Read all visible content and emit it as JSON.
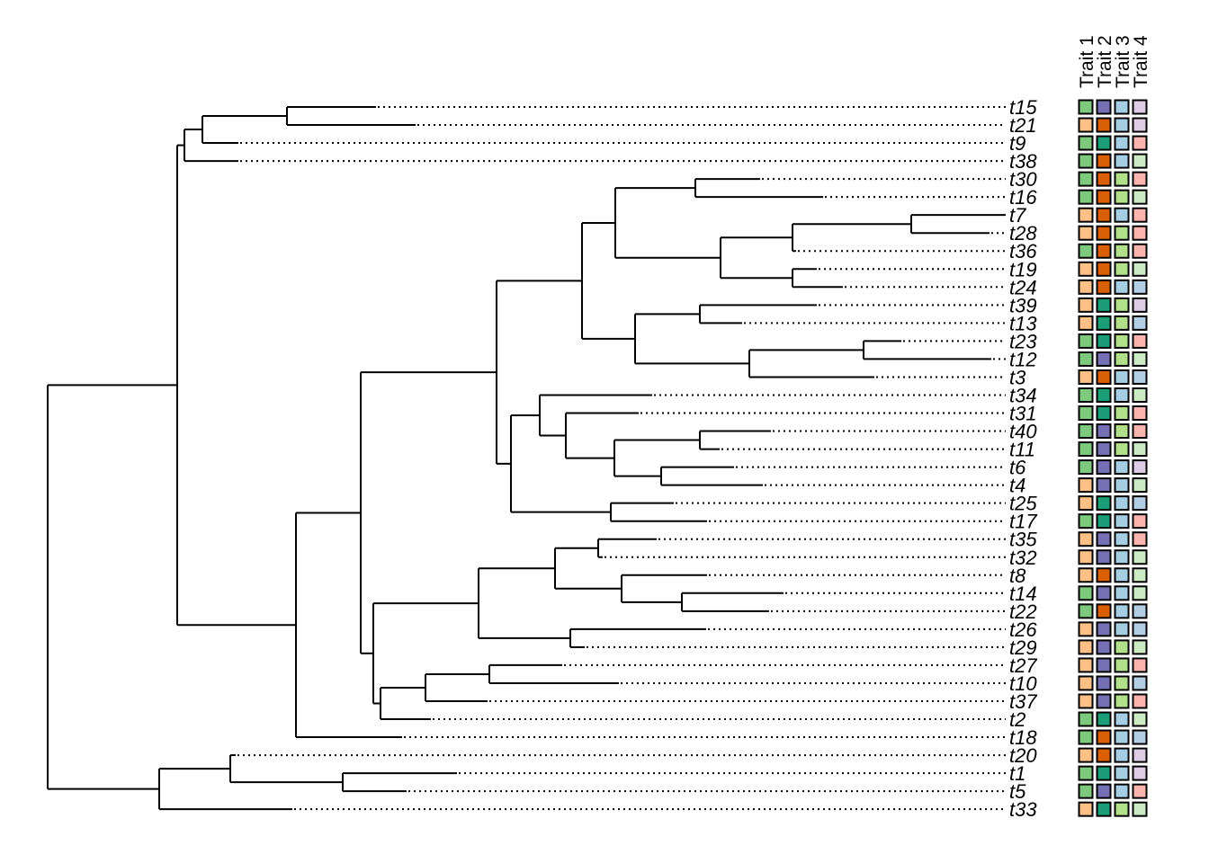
{
  "trait_headers": [
    "Trait 1",
    "Trait 2",
    "Trait 3",
    "Trait 4"
  ],
  "trait_palette": {
    "G": "#7fc97f",
    "O": "#fdc086",
    "P": "#7570b3",
    "D": "#d95f02",
    "T": "#1b9e77",
    "B": "#a6cee3",
    "L": "#b2df8a",
    "V": "#decbe4",
    "R": "#fbb4ae",
    "M": "#ccebc5",
    "S": "#b3cde3"
  },
  "tips": [
    {
      "label": "t15",
      "traits": [
        "G",
        "P",
        "B",
        "V"
      ]
    },
    {
      "label": "t21",
      "traits": [
        "O",
        "D",
        "B",
        "V"
      ]
    },
    {
      "label": "t9",
      "traits": [
        "G",
        "T",
        "B",
        "R"
      ]
    },
    {
      "label": "t38",
      "traits": [
        "G",
        "D",
        "B",
        "M"
      ]
    },
    {
      "label": "t30",
      "traits": [
        "G",
        "D",
        "L",
        "R"
      ]
    },
    {
      "label": "t16",
      "traits": [
        "G",
        "D",
        "L",
        "M"
      ]
    },
    {
      "label": "t7",
      "traits": [
        "O",
        "D",
        "B",
        "R"
      ]
    },
    {
      "label": "t28",
      "traits": [
        "O",
        "D",
        "L",
        "R"
      ]
    },
    {
      "label": "t36",
      "traits": [
        "G",
        "D",
        "L",
        "R"
      ]
    },
    {
      "label": "t19",
      "traits": [
        "O",
        "D",
        "L",
        "M"
      ]
    },
    {
      "label": "t24",
      "traits": [
        "O",
        "D",
        "B",
        "S"
      ]
    },
    {
      "label": "t39",
      "traits": [
        "O",
        "T",
        "L",
        "V"
      ]
    },
    {
      "label": "t13",
      "traits": [
        "O",
        "T",
        "L",
        "S"
      ]
    },
    {
      "label": "t23",
      "traits": [
        "G",
        "T",
        "L",
        "R"
      ]
    },
    {
      "label": "t12",
      "traits": [
        "G",
        "P",
        "L",
        "M"
      ]
    },
    {
      "label": "t3",
      "traits": [
        "O",
        "D",
        "B",
        "S"
      ]
    },
    {
      "label": "t34",
      "traits": [
        "G",
        "T",
        "B",
        "M"
      ]
    },
    {
      "label": "t31",
      "traits": [
        "G",
        "T",
        "L",
        "R"
      ]
    },
    {
      "label": "t40",
      "traits": [
        "G",
        "P",
        "L",
        "R"
      ]
    },
    {
      "label": "t11",
      "traits": [
        "G",
        "P",
        "L",
        "M"
      ]
    },
    {
      "label": "t6",
      "traits": [
        "G",
        "P",
        "B",
        "V"
      ]
    },
    {
      "label": "t4",
      "traits": [
        "O",
        "P",
        "B",
        "M"
      ]
    },
    {
      "label": "t25",
      "traits": [
        "O",
        "T",
        "B",
        "S"
      ]
    },
    {
      "label": "t17",
      "traits": [
        "G",
        "T",
        "B",
        "R"
      ]
    },
    {
      "label": "t35",
      "traits": [
        "O",
        "P",
        "B",
        "R"
      ]
    },
    {
      "label": "t32",
      "traits": [
        "O",
        "P",
        "B",
        "M"
      ]
    },
    {
      "label": "t8",
      "traits": [
        "O",
        "D",
        "B",
        "M"
      ]
    },
    {
      "label": "t14",
      "traits": [
        "G",
        "P",
        "B",
        "M"
      ]
    },
    {
      "label": "t22",
      "traits": [
        "G",
        "D",
        "B",
        "S"
      ]
    },
    {
      "label": "t26",
      "traits": [
        "O",
        "P",
        "B",
        "S"
      ]
    },
    {
      "label": "t29",
      "traits": [
        "O",
        "P",
        "L",
        "M"
      ]
    },
    {
      "label": "t27",
      "traits": [
        "O",
        "P",
        "L",
        "R"
      ]
    },
    {
      "label": "t10",
      "traits": [
        "O",
        "P",
        "L",
        "S"
      ]
    },
    {
      "label": "t37",
      "traits": [
        "O",
        "P",
        "L",
        "R"
      ]
    },
    {
      "label": "t2",
      "traits": [
        "G",
        "T",
        "B",
        "M"
      ]
    },
    {
      "label": "t18",
      "traits": [
        "G",
        "D",
        "B",
        "S"
      ]
    },
    {
      "label": "t20",
      "traits": [
        "O",
        "D",
        "B",
        "V"
      ]
    },
    {
      "label": "t1",
      "traits": [
        "G",
        "T",
        "B",
        "V"
      ]
    },
    {
      "label": "t5",
      "traits": [
        "G",
        "P",
        "B",
        "R"
      ]
    },
    {
      "label": "t33",
      "traits": [
        "O",
        "T",
        "L",
        "M"
      ]
    }
  ],
  "tree": {
    "bl": 0,
    "c": [
      {
        "bl": 1.44,
        "c": [
          {
            "bl": 0.08,
            "c": [
              {
                "bl": 0.2,
                "c": [
                  {
                    "bl": 0.94,
                    "c": [
                      {
                        "bl": 0.99,
                        "tip": "t15"
                      },
                      {
                        "bl": 1.43,
                        "tip": "t21"
                      }
                    ]
                  },
                  {
                    "bl": 0.4,
                    "tip": "t9"
                  }
                ]
              },
              {
                "bl": 0.6,
                "tip": "t38"
              }
            ]
          },
          {
            "bl": 1.32,
            "c": [
              {
                "bl": 0.72,
                "c": [
                  {
                    "bl": 1.51,
                    "c": [
                      {
                        "bl": 0.95,
                        "c": [
                          {
                            "bl": 0.37,
                            "c": [
                              {
                                "bl": 0.89,
                                "c": [
                                  {
                                    "bl": 0.72,
                                    "tip": "t30"
                                  },
                                  {
                                    "bl": 1.42,
                                    "tip": "t16"
                                  }
                                ]
                              },
                              {
                                "bl": 1.17,
                                "c": [
                                  {
                                    "bl": 0.8,
                                    "c": [
                                      {
                                        "bl": 1.32,
                                        "c": [
                                          {
                                            "bl": 1.05,
                                            "tip": "t7"
                                          },
                                          {
                                            "bl": 0.87,
                                            "tip": "t28"
                                          }
                                        ]
                                      },
                                      {
                                        "bl": 0.04,
                                        "tip": "t36"
                                      }
                                    ]
                                  },
                                  {
                                    "bl": 0.8,
                                    "c": [
                                      {
                                        "bl": 0.27,
                                        "tip": "t19"
                                      },
                                      {
                                        "bl": 0.56,
                                        "tip": "t24"
                                      }
                                    ]
                                  }
                                ]
                              }
                            ]
                          },
                          {
                            "bl": 0.59,
                            "c": [
                              {
                                "bl": 0.72,
                                "c": [
                                  {
                                    "bl": 1.3,
                                    "tip": "t39"
                                  },
                                  {
                                    "bl": 0.47,
                                    "tip": "t13"
                                  }
                                ]
                              },
                              {
                                "bl": 1.27,
                                "c": [
                                  {
                                    "bl": 1.27,
                                    "c": [
                                      {
                                        "bl": 0.42,
                                        "tip": "t23"
                                      },
                                      {
                                        "bl": 1.42,
                                        "tip": "t12"
                                      }
                                    ]
                                  },
                                  {
                                    "bl": 1.39,
                                    "tip": "t3"
                                  }
                                ]
                              }
                            ]
                          }
                        ]
                      },
                      {
                        "bl": 0.16,
                        "c": [
                          {
                            "bl": 0.32,
                            "c": [
                              {
                                "bl": 1.25,
                                "tip": "t34"
                              },
                              {
                                "bl": 0.29,
                                "c": [
                                  {
                                    "bl": 0.81,
                                    "tip": "t31"
                                  },
                                  {
                                    "bl": 0.54,
                                    "c": [
                                      {
                                        "bl": 0.95,
                                        "c": [
                                          {
                                            "bl": 0.79,
                                            "tip": "t40"
                                          },
                                          {
                                            "bl": 0.22,
                                            "tip": "t11"
                                          }
                                        ]
                                      },
                                      {
                                        "bl": 0.52,
                                        "c": [
                                          {
                                            "bl": 0.81,
                                            "tip": "t6"
                                          },
                                          {
                                            "bl": 1.13,
                                            "tip": "t4"
                                          }
                                        ]
                                      }
                                    ]
                                  }
                                ]
                              }
                            ]
                          },
                          {
                            "bl": 1.11,
                            "c": [
                              {
                                "bl": 0.7,
                                "tip": "t25"
                              },
                              {
                                "bl": 1.07,
                                "tip": "t17"
                              }
                            ]
                          }
                        ]
                      }
                    ]
                  },
                  {
                    "bl": 0.14,
                    "c": [
                      {
                        "bl": 1.17,
                        "c": [
                          {
                            "bl": 0.85,
                            "c": [
                              {
                                "bl": 0.48,
                                "c": [
                                  {
                                    "bl": 0.65,
                                    "tip": "t35"
                                  },
                                  {
                                    "bl": 0.05,
                                    "tip": "t32"
                                  }
                                ]
                              },
                              {
                                "bl": 0.74,
                                "c": [
                                  {
                                    "bl": 0.95,
                                    "tip": "t8"
                                  },
                                  {
                                    "bl": 0.67,
                                    "c": [
                                      {
                                        "bl": 1.13,
                                        "tip": "t14"
                                      },
                                      {
                                        "bl": 0.97,
                                        "tip": "t22"
                                      }
                                    ]
                                  }
                                ]
                              }
                            ]
                          },
                          {
                            "bl": 1.02,
                            "c": [
                              {
                                "bl": 1.51,
                                "tip": "t26"
                              },
                              {
                                "bl": 0.16,
                                "tip": "t29"
                              }
                            ]
                          }
                        ]
                      },
                      {
                        "bl": 0.08,
                        "c": [
                          {
                            "bl": 0.5,
                            "c": [
                              {
                                "bl": 0.71,
                                "c": [
                                  {
                                    "bl": 0.81,
                                    "tip": "t27"
                                  },
                                  {
                                    "bl": 1.44,
                                    "tip": "t10"
                                  }
                                ]
                              },
                              {
                                "bl": 0.69,
                                "tip": "t37"
                              }
                            ]
                          },
                          {
                            "bl": 0.56,
                            "tip": "t2"
                          }
                        ]
                      }
                    ]
                  }
                ]
              },
              {
                "bl": 1.18,
                "tip": "t18"
              }
            ]
          }
        ]
      },
      {
        "bl": 1.24,
        "c": [
          {
            "bl": 0.79,
            "c": [
              {
                "bl": 0.06,
                "tip": "t20"
              },
              {
                "bl": 1.25,
                "c": [
                  {
                    "bl": 1.27,
                    "tip": "t1"
                  },
                  {
                    "bl": 0.71,
                    "tip": "t5"
                  }
                ]
              }
            ]
          },
          {
            "bl": 1.48,
            "tip": "t33"
          }
        ]
      }
    ]
  }
}
